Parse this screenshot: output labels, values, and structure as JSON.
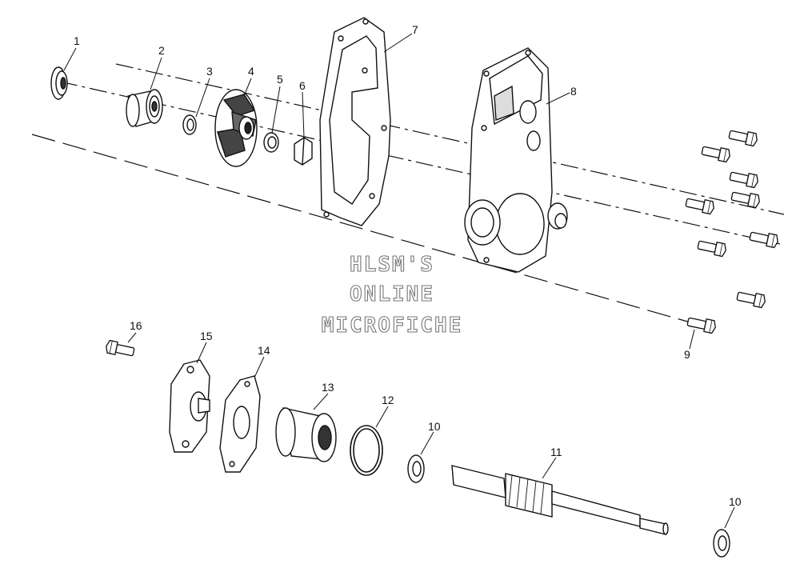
{
  "watermark": {
    "line1": "HLSM'S",
    "line2": "ONLINE",
    "line3": "MICROFICHE"
  },
  "callouts": {
    "c1": "1",
    "c2": "2",
    "c3": "3",
    "c4": "4",
    "c5": "5",
    "c6": "6",
    "c7": "7",
    "c8": "8",
    "c9": "9",
    "c10a": "10",
    "c10b": "10",
    "c11": "11",
    "c12": "12",
    "c13": "13",
    "c14": "14",
    "c15": "15",
    "c16": "16"
  }
}
